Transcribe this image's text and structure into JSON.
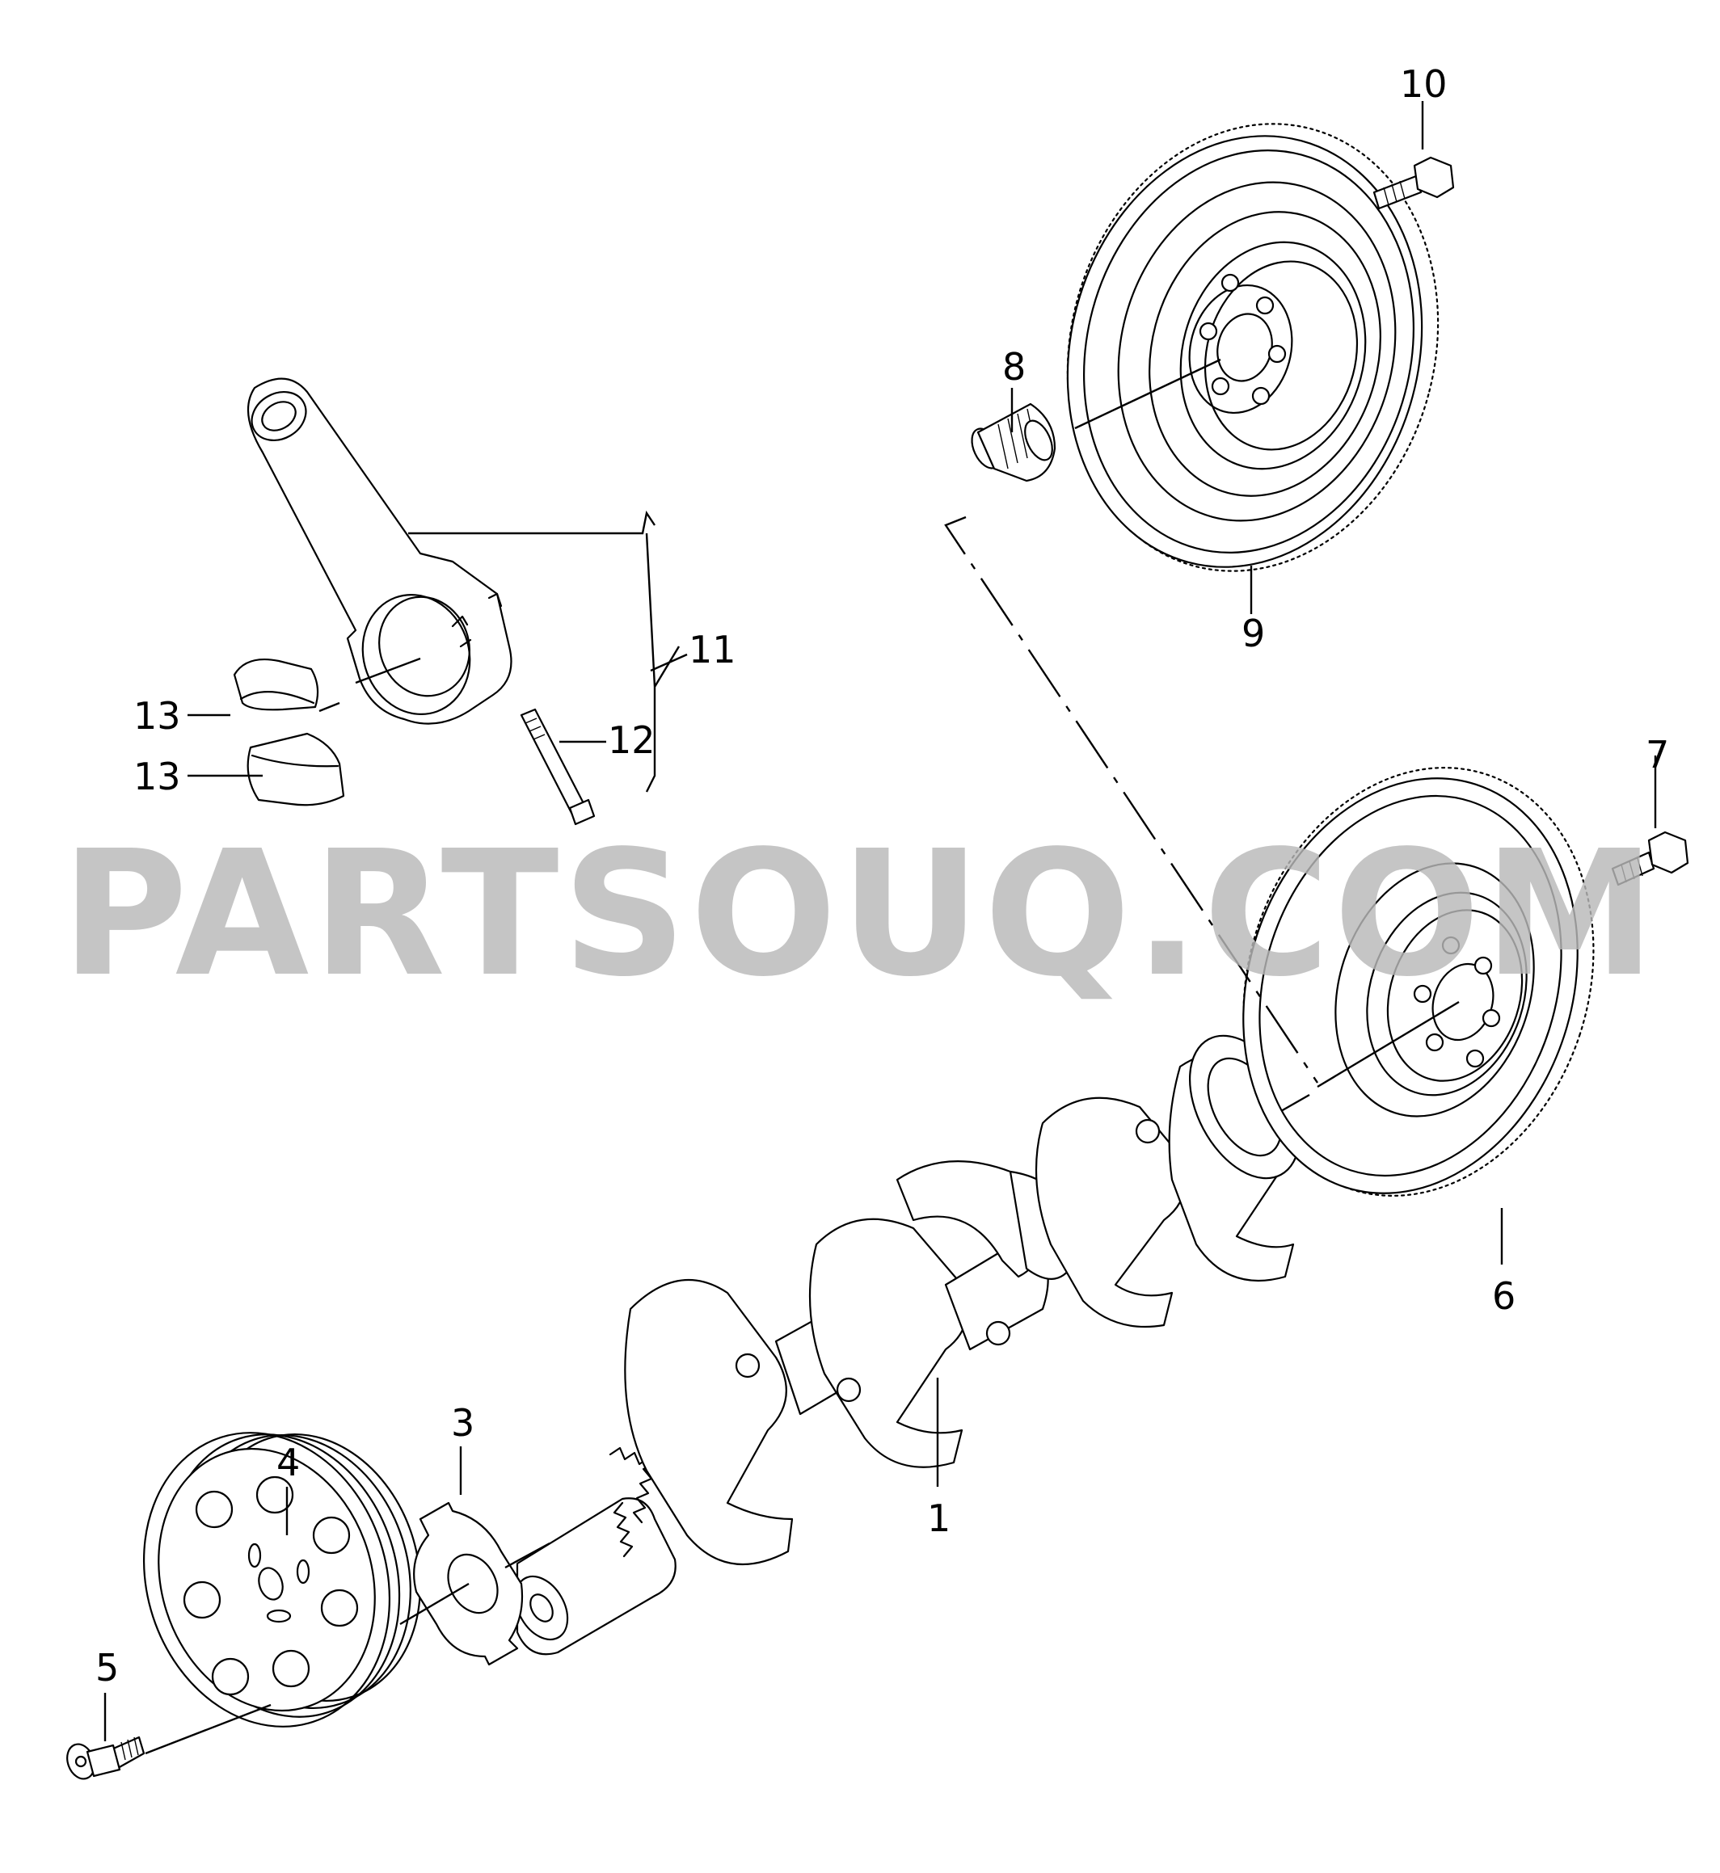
{
  "watermark": "PARTSOUQ.COM",
  "callouts": {
    "c1": "1",
    "c3": "3",
    "c4": "4",
    "c5": "5",
    "c6": "6",
    "c7": "7",
    "c8": "8",
    "c9": "9",
    "c10": "10",
    "c11": "11",
    "c12": "12",
    "c13a": "13",
    "c13b": "13"
  },
  "colors": {
    "line": "#000000",
    "background": "#ffffff",
    "watermark": "#b8b8b8"
  }
}
